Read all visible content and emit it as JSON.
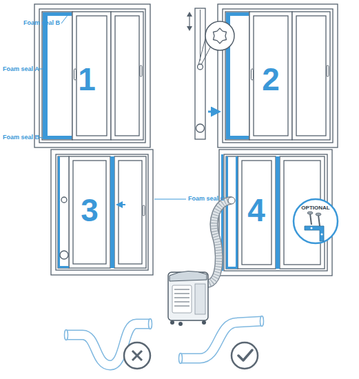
{
  "diagram": {
    "nodes": [
      {
        "text": [
          "1"
        ]
      },
      {
        "text": [
          "2"
        ]
      },
      {
        "text": [
          "3"
        ]
      },
      {
        "text": [
          "4"
        ]
      },
      {
        "text": [
          "OPTIONAL"
        ]
      }
    ],
    "labels": [
      "Foam seal B",
      "Foam seal A",
      "Foam seal B",
      "Foam seal C"
    ]
  }
}
